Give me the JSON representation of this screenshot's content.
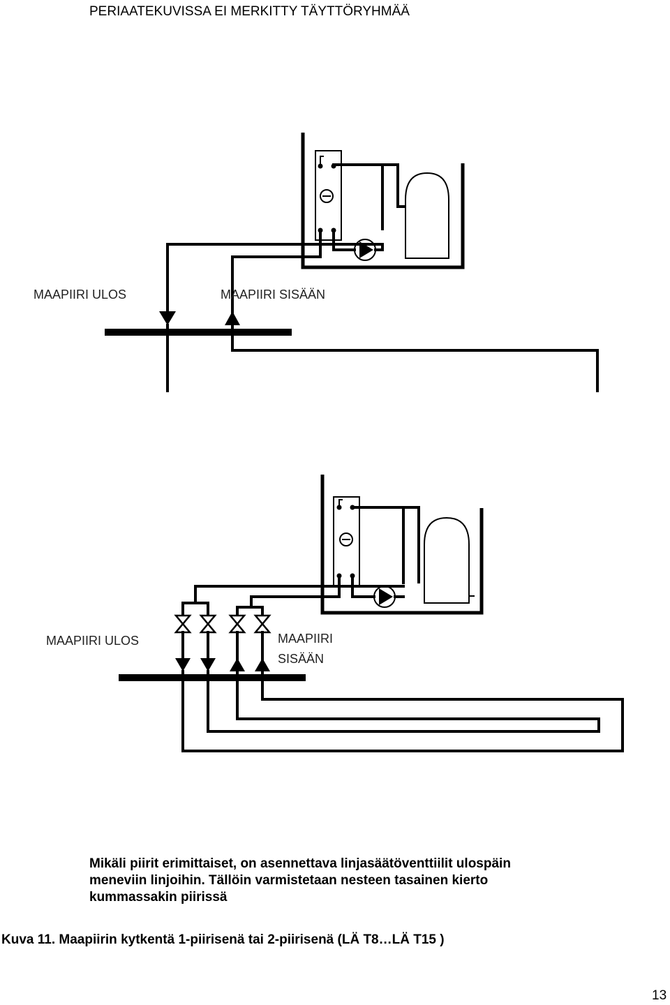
{
  "page": {
    "heading": "PERIAATEKUVISSA EI MERKITTY TÄYTTÖRYHMÄÄ",
    "page_number": "13"
  },
  "diagram1": {
    "label_out": "MAAPIIRI ULOS",
    "label_in": "MAAPIIRI SISÄÄN"
  },
  "diagram2": {
    "label_out": "MAAPIIRI ULOS",
    "label_in_line1": "MAAPIIRI",
    "label_in_line2": "SISÄÄN"
  },
  "note": {
    "line1": "Mikäli piirit erimittaiset, on asennettava linjasäätöventtiilit ulospäin",
    "line2": "meneviin linjoihin. Tällöin varmistetaan nesteen tasainen kierto",
    "line3": "kummassakin piirissä"
  },
  "caption": "Kuva 11. Maapiirin kytkentä 1-piirisenä tai 2-piirisenä (LÄ T8…LÄ T15 )"
}
